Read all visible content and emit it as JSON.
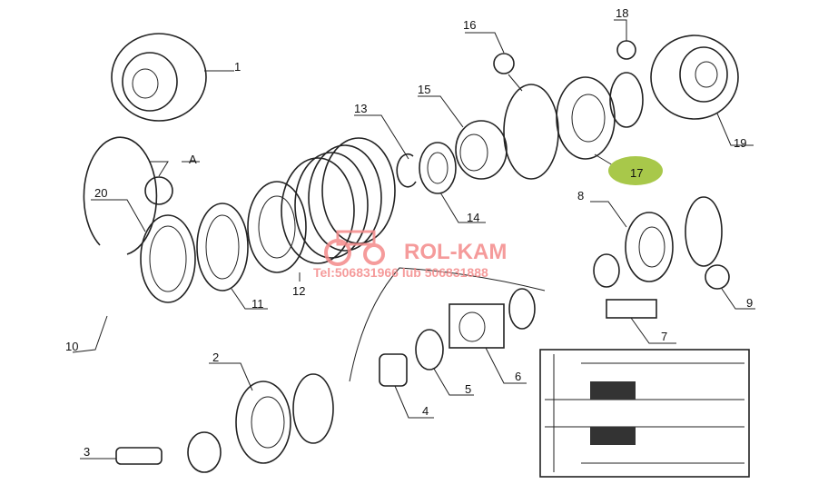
{
  "diagram": {
    "labels": {
      "p1": "1",
      "p2": "2",
      "p3": "3",
      "p4": "4",
      "p5": "5",
      "p6": "6",
      "p7": "7",
      "p8": "8",
      "p9": "9",
      "p10": "10",
      "p11": "11",
      "p12": "12",
      "p13": "13",
      "p14": "14",
      "p15": "15",
      "p16": "16",
      "p17": "17",
      "p18": "18",
      "p19": "19",
      "p20": "20",
      "detail_a": "A"
    },
    "highlight_color": "#a8c84a"
  },
  "watermark": {
    "brand": "ROL-KAM",
    "phone": "Tel:506831966 lub 506831888",
    "color": "#f48a8a"
  }
}
